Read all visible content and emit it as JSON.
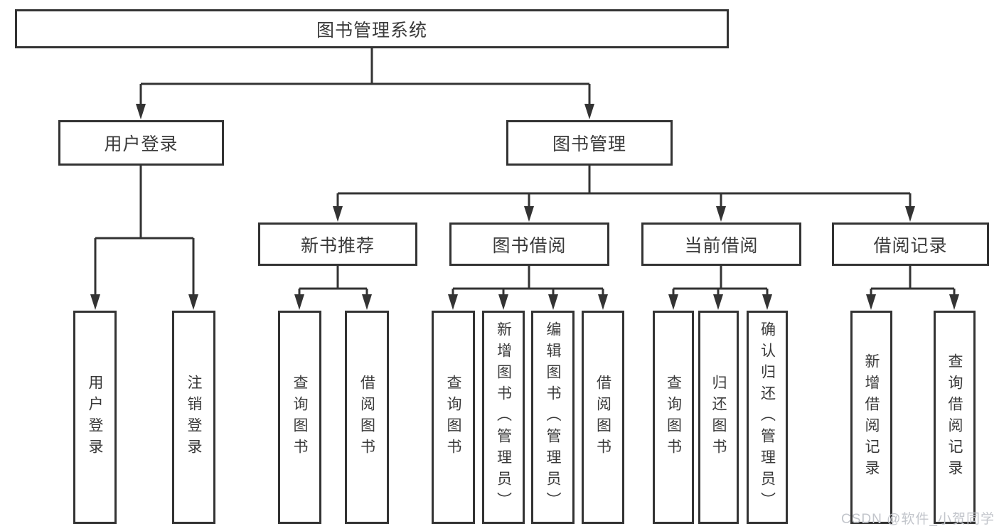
{
  "watermark": "CSDN @软件_小贺同学",
  "colors": {
    "line": "#333333",
    "box_border": "#333333",
    "text": "#3a3a3a",
    "watermark": "#c2c5cb",
    "background": "#ffffff"
  },
  "tree": {
    "root": "图书管理系统",
    "user_login": {
      "label": "用户登录",
      "children": [
        "用户登录",
        "注销登录"
      ]
    },
    "book_mgmt": {
      "label": "图书管理",
      "groups": [
        {
          "label": "新书推荐",
          "children": [
            "查询图书",
            "借阅图书"
          ]
        },
        {
          "label": "图书借阅",
          "children": [
            "查询图书",
            "新增图书（管理员）",
            "编辑图书（管理员）",
            "借阅图书"
          ]
        },
        {
          "label": "当前借阅",
          "children": [
            "查询图书",
            "归还图书",
            "确认归还（管理员）"
          ]
        },
        {
          "label": "借阅记录",
          "children": [
            "新增借阅记录",
            "查询借阅记录"
          ]
        }
      ]
    }
  }
}
